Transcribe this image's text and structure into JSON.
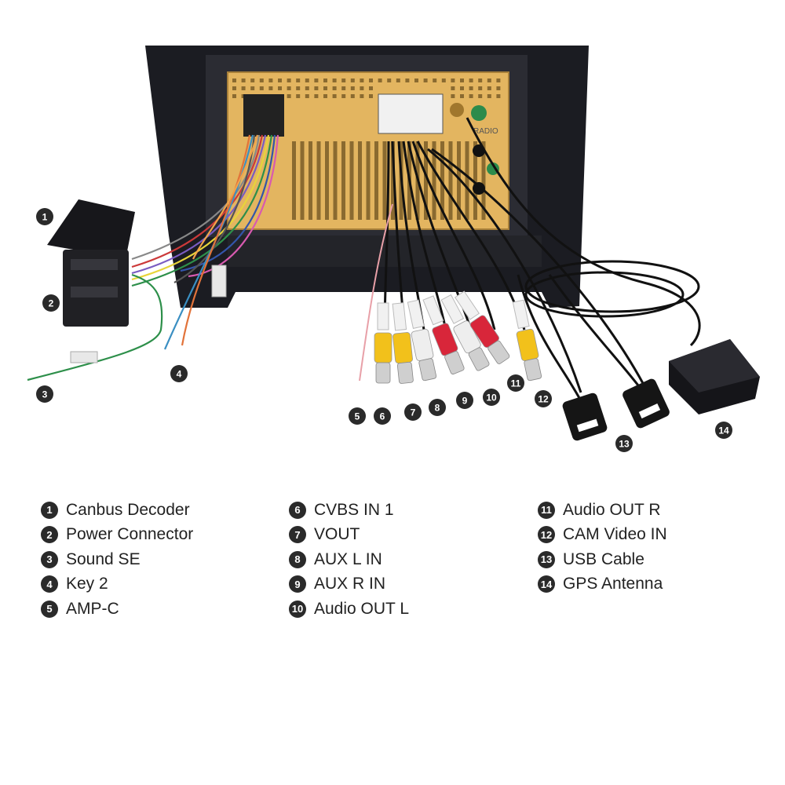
{
  "items": [
    {
      "num": "1",
      "label": "Canbus Decoder"
    },
    {
      "num": "2",
      "label": "Power Connector"
    },
    {
      "num": "3",
      "label": "Sound SE"
    },
    {
      "num": "4",
      "label": "Key 2"
    },
    {
      "num": "5",
      "label": "AMP-C"
    },
    {
      "num": "6",
      "label": "CVBS IN 1"
    },
    {
      "num": "7",
      "label": "VOUT"
    },
    {
      "num": "8",
      "label": "AUX L IN"
    },
    {
      "num": "9",
      "label": "AUX R IN"
    },
    {
      "num": "10",
      "label": "Audio OUT L"
    },
    {
      "num": "11",
      "label": "Audio OUT R"
    },
    {
      "num": "12",
      "label": "CAM Video IN"
    },
    {
      "num": "13",
      "label": "USB Cable"
    },
    {
      "num": "14",
      "label": "GPS Antenna"
    }
  ],
  "unit_labels": {
    "radio": "RADIO"
  },
  "colors": {
    "board": "#e3b560",
    "frame": "#1b1c22",
    "rca_yellow": "#f2c11b",
    "rca_red": "#d8263a",
    "rca_white": "#eeeeee",
    "badge": "#2a2a2a"
  }
}
